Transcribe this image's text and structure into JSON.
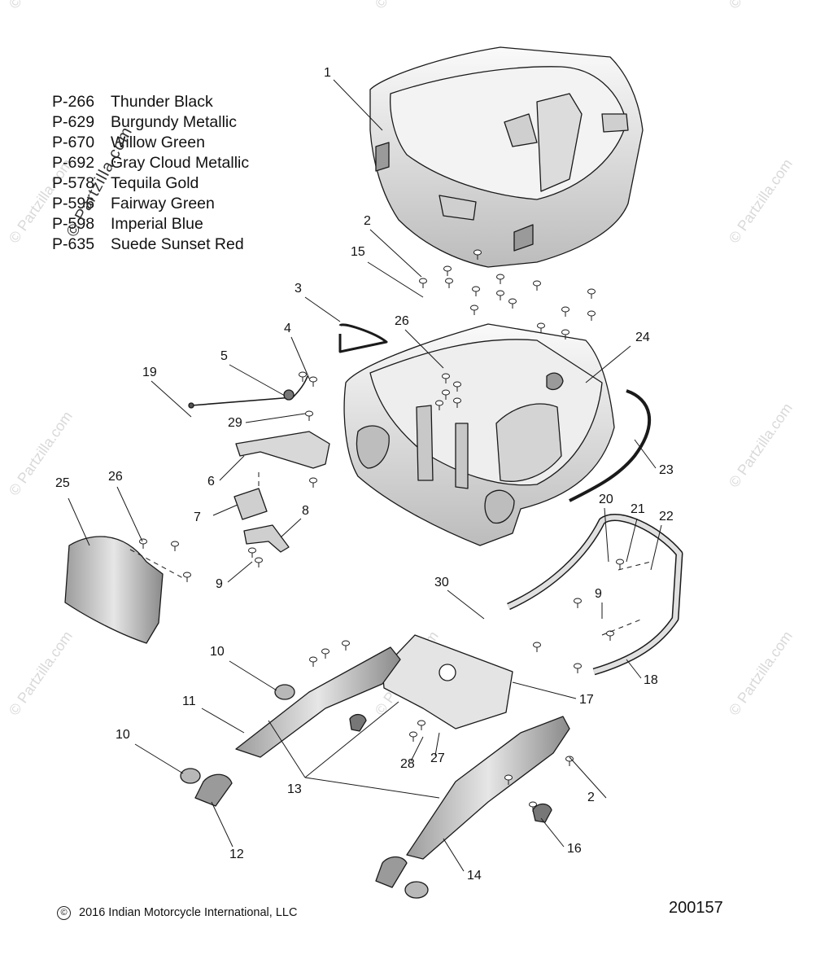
{
  "paint_legend": [
    {
      "code": "P-266",
      "name": "Thunder Black"
    },
    {
      "code": "P-629",
      "name": "Burgundy Metallic"
    },
    {
      "code": "P-670",
      "name": "Willow Green"
    },
    {
      "code": "P-692",
      "name": "Gray Cloud Metallic"
    },
    {
      "code": "P-578",
      "name": "Tequila Gold"
    },
    {
      "code": "P-596",
      "name": "Fairway Green"
    },
    {
      "code": "P-598",
      "name": "Imperial Blue"
    },
    {
      "code": "P-635",
      "name": "Suede Sunset Red"
    }
  ],
  "callouts": [
    "1",
    "2",
    "15",
    "3",
    "26",
    "4",
    "5",
    "19",
    "29",
    "24",
    "6",
    "23",
    "7",
    "8",
    "25",
    "26",
    "9",
    "20",
    "21",
    "22",
    "30",
    "9",
    "10",
    "17",
    "18",
    "11",
    "10",
    "28",
    "27",
    "13",
    "2",
    "12",
    "16",
    "14"
  ],
  "watermark": "© Partzilla.com",
  "copyright": "2016 Indian Motorcycle International, LLC",
  "copyright_symbol": "©",
  "diagram_id": "200157",
  "colors": {
    "line": "#1a1a1a",
    "fill_light": "#ececec",
    "fill_mid": "#bdbdbd",
    "fill_dark": "#6b6b6b",
    "watermark": "#d9d9d9"
  }
}
